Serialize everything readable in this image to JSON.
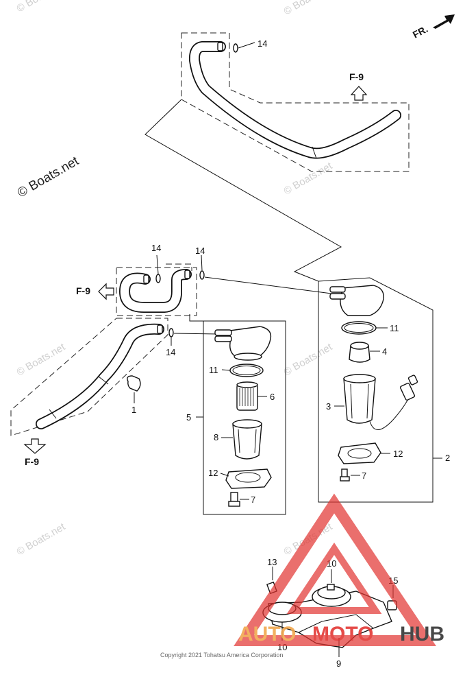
{
  "direction_label": "FR.",
  "reference_label": "F-9",
  "callouts": {
    "c1": "1",
    "c2": "2",
    "c3": "3",
    "c4": "4",
    "c5": "5",
    "c6": "6",
    "c7a": "7",
    "c7b": "7",
    "c8": "8",
    "c9": "9",
    "c10a": "10",
    "c10b": "10",
    "c11a": "11",
    "c11b": "11",
    "c12a": "12",
    "c12b": "12",
    "c13": "13",
    "c14a": "14",
    "c14b": "14",
    "c14c": "14",
    "c14d": "14",
    "c15": "15"
  },
  "watermark": {
    "main": "© Boats.net",
    "faint": "© Boats.net"
  },
  "copyright": "Copyright 2021 Tohatsu America Corporation",
  "logo": {
    "auto": "AUTO",
    "moto": "MOTO",
    "hub": "HUB",
    "colors": {
      "auto": "#f1a64b",
      "moto": "#e2332f",
      "hub": "#2f2f2f"
    }
  }
}
